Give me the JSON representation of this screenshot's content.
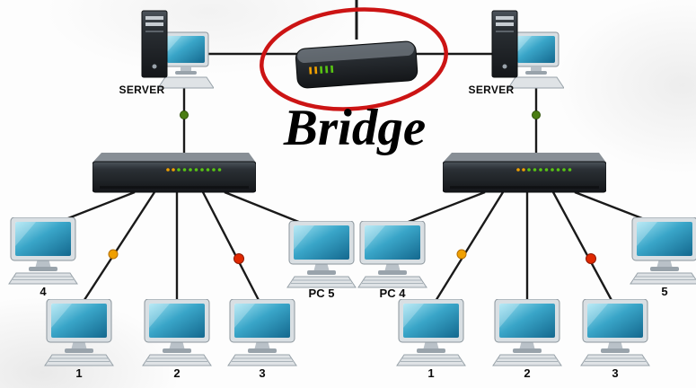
{
  "title": "Bridge",
  "servers": {
    "left": "SERVER",
    "right": "SERVER"
  },
  "pcs": {
    "left": [
      "4",
      "PC 5",
      "1",
      "2",
      "3"
    ],
    "right": [
      "PC 4",
      "5",
      "1",
      "2",
      "3"
    ]
  },
  "devices": {
    "bridge": "bridge-router",
    "switch_left": "network-switch",
    "switch_right": "network-switch"
  },
  "colors": {
    "connection_line": "#1a1a1a",
    "highlight_circle": "#cc1414",
    "status_dot_green": "#4a7d12",
    "status_dot_orange": "#f0a000",
    "status_dot_red": "#e02800",
    "led_green": "#58c513",
    "screen_teal": "#39a5c8"
  }
}
